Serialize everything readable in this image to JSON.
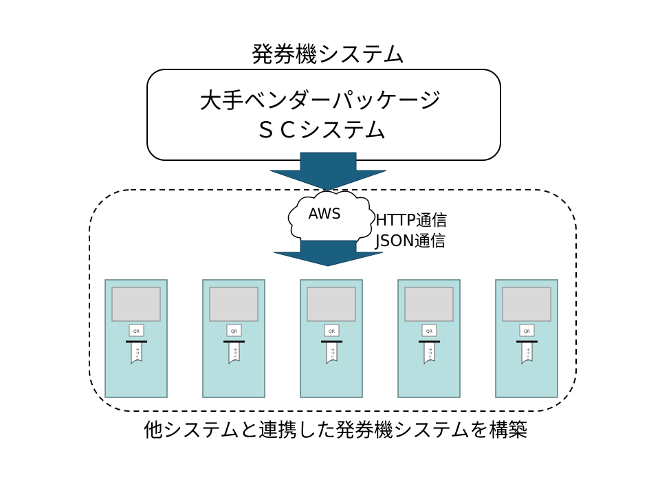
{
  "title": "発券機システム",
  "vendor_box": {
    "line1": "大手ベンダーパッケージ",
    "line2": "ＳＣシステム"
  },
  "cloud": {
    "label": "AWS"
  },
  "protocols": [
    "HTTP通信",
    "JSON通信"
  ],
  "machines": [
    {
      "qr_label": "QR",
      "ticket_label": "チケット"
    },
    {
      "qr_label": "QR",
      "ticket_label": "チケット"
    },
    {
      "qr_label": "QR",
      "ticket_label": "チケット"
    },
    {
      "qr_label": "QR",
      "ticket_label": "チケット"
    },
    {
      "qr_label": "QR",
      "ticket_label": "チケット"
    }
  ],
  "caption": "他システムと連携した発券機システムを構築",
  "colors": {
    "arrow": "#1b5f80",
    "machine": "#b7dfe0",
    "screen": "#d9d9d9"
  }
}
